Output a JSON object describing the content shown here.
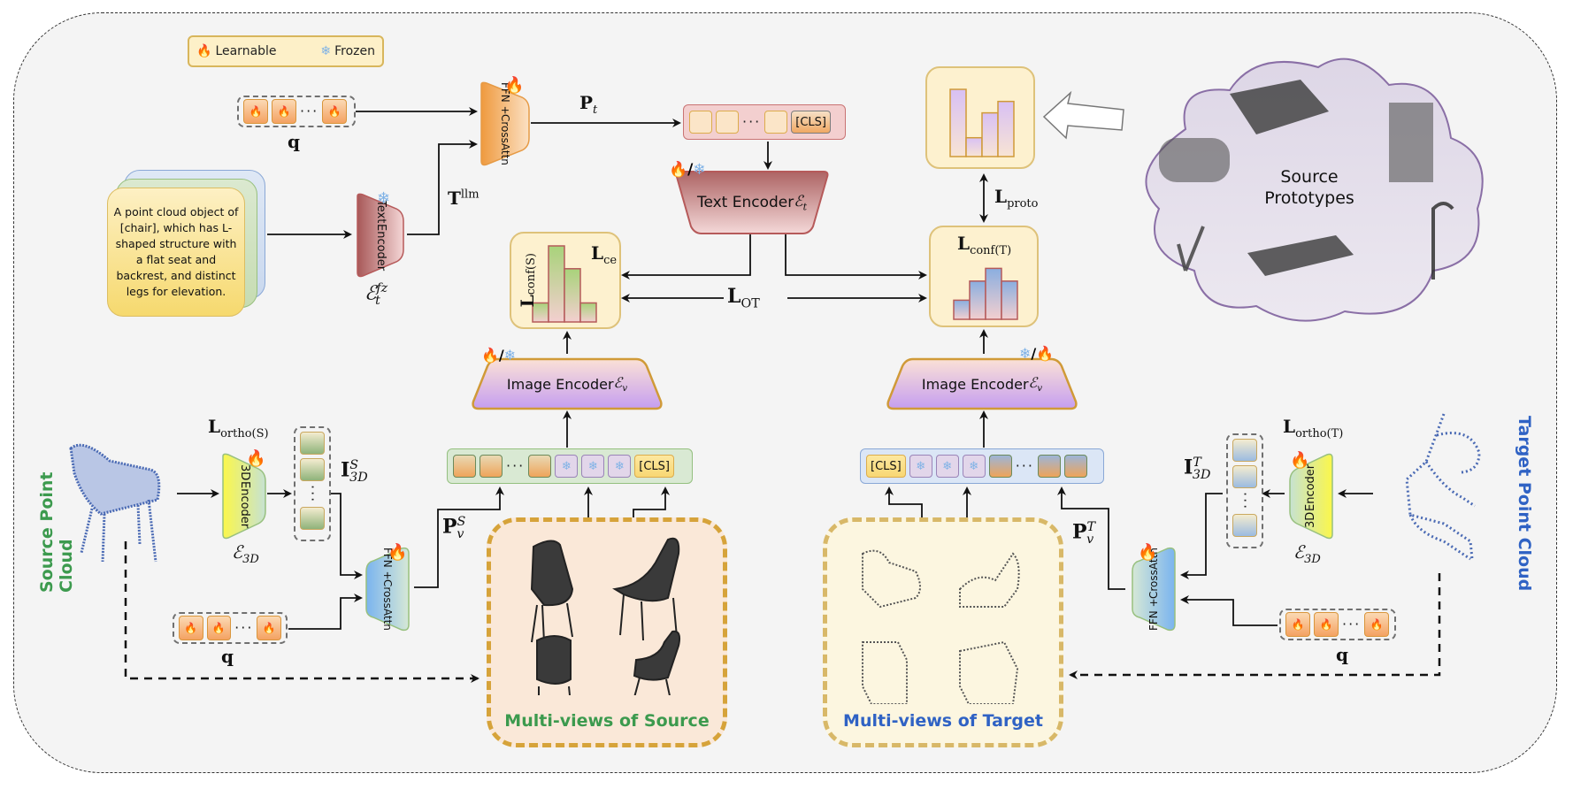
{
  "legend": {
    "learnable_icon": "fire-icon",
    "learnable_label": "Learnable",
    "frozen_icon": "snowflake-icon",
    "frozen_label": "Frozen"
  },
  "glyphs": {
    "fire": "🔥",
    "snow": "❄",
    "dots": "···",
    "slash": "/"
  },
  "top_branch": {
    "query_label": "q",
    "ffn_label_line1": "FFN +",
    "ffn_label_line2": "CrossAttn",
    "pt_label": "P",
    "pt_sub": "t",
    "text_token_cls": "[CLS]",
    "text_encoder_label": "Text Encoder ",
    "text_encoder_symbol": "ℰ",
    "text_encoder_sub": "t",
    "prompt_text": "A point cloud object of [chair], which has L-shaped structure with a flat seat and backrest, and distinct legs for elevation.",
    "small_encoder_line1": "Text",
    "small_encoder_line2": "Encoder",
    "small_encoder_symbol": "ℰ",
    "small_encoder_sub": "t",
    "small_encoder_sup": "fz",
    "tllm_label": "T",
    "tllm_sup": "llm"
  },
  "losses": {
    "ce": {
      "main": "L",
      "sub": "ce"
    },
    "conf_s": {
      "main": "L",
      "sub": "conf(S)"
    },
    "conf_t": {
      "main": "L",
      "sub": "conf(T)"
    },
    "ot": {
      "main": "L",
      "sub": "OT"
    },
    "proto": {
      "main": "L",
      "sub": "proto"
    },
    "ortho_s": {
      "main": "L",
      "sub": "ortho(S)"
    },
    "ortho_t": {
      "main": "L",
      "sub": "ortho(T)"
    }
  },
  "histograms": {
    "source": [
      0.25,
      1.0,
      0.7,
      0.25
    ],
    "target": [
      0.3,
      0.6,
      0.8,
      0.6
    ],
    "prototype": [
      1.0,
      0.28,
      0.65,
      0.82
    ]
  },
  "source_branch": {
    "side_label": "Source Point Cloud",
    "image_encoder_label": "Image Encoder ",
    "image_encoder_symbol": "ℰ",
    "image_encoder_sub": "v",
    "token_cls": "[CLS]",
    "encoder3d_line1": "3D",
    "encoder3d_line2": "Encoder",
    "encoder3d_symbol": "ℰ",
    "encoder3d_sub": "3D",
    "i3d_main": "I",
    "i3d_sup": "S",
    "i3d_sub": "3D",
    "pv_main": "P",
    "pv_sup": "S",
    "pv_sub": "v",
    "ffn_line1": "FFN +",
    "ffn_line2": "CrossAttn",
    "query_label": "q",
    "multiview_caption": "Multi-views of Source",
    "encoder_state": "learnable / frozen"
  },
  "target_branch": {
    "side_label": "Target Point Cloud",
    "image_encoder_label": "Image Encoder ",
    "image_encoder_symbol": "ℰ",
    "image_encoder_sub": "v",
    "token_cls": "[CLS]",
    "encoder3d_line1": "3D",
    "encoder3d_line2": "Encoder",
    "encoder3d_symbol": "ℰ",
    "encoder3d_sub": "3D",
    "i3d_main": "I",
    "i3d_sup": "T",
    "i3d_sub": "3D",
    "pv_main": "P",
    "pv_sup": "T",
    "pv_sub": "v",
    "ffn_line1": "FFN +",
    "ffn_line2": "CrossAttn",
    "query_label": "q",
    "multiview_caption": "Multi-views of Target",
    "encoder_state": "frozen / learnable"
  },
  "prototypes": {
    "label_line1": "Source",
    "label_line2": "Prototypes",
    "objects": [
      "sofa",
      "bed",
      "wardrobe",
      "plant",
      "lamp",
      "table"
    ]
  },
  "colors": {
    "source_accent": "#3c9a4e",
    "target_accent": "#2f62c4",
    "learnable": "#f26522",
    "frozen": "#7fb2e6"
  }
}
